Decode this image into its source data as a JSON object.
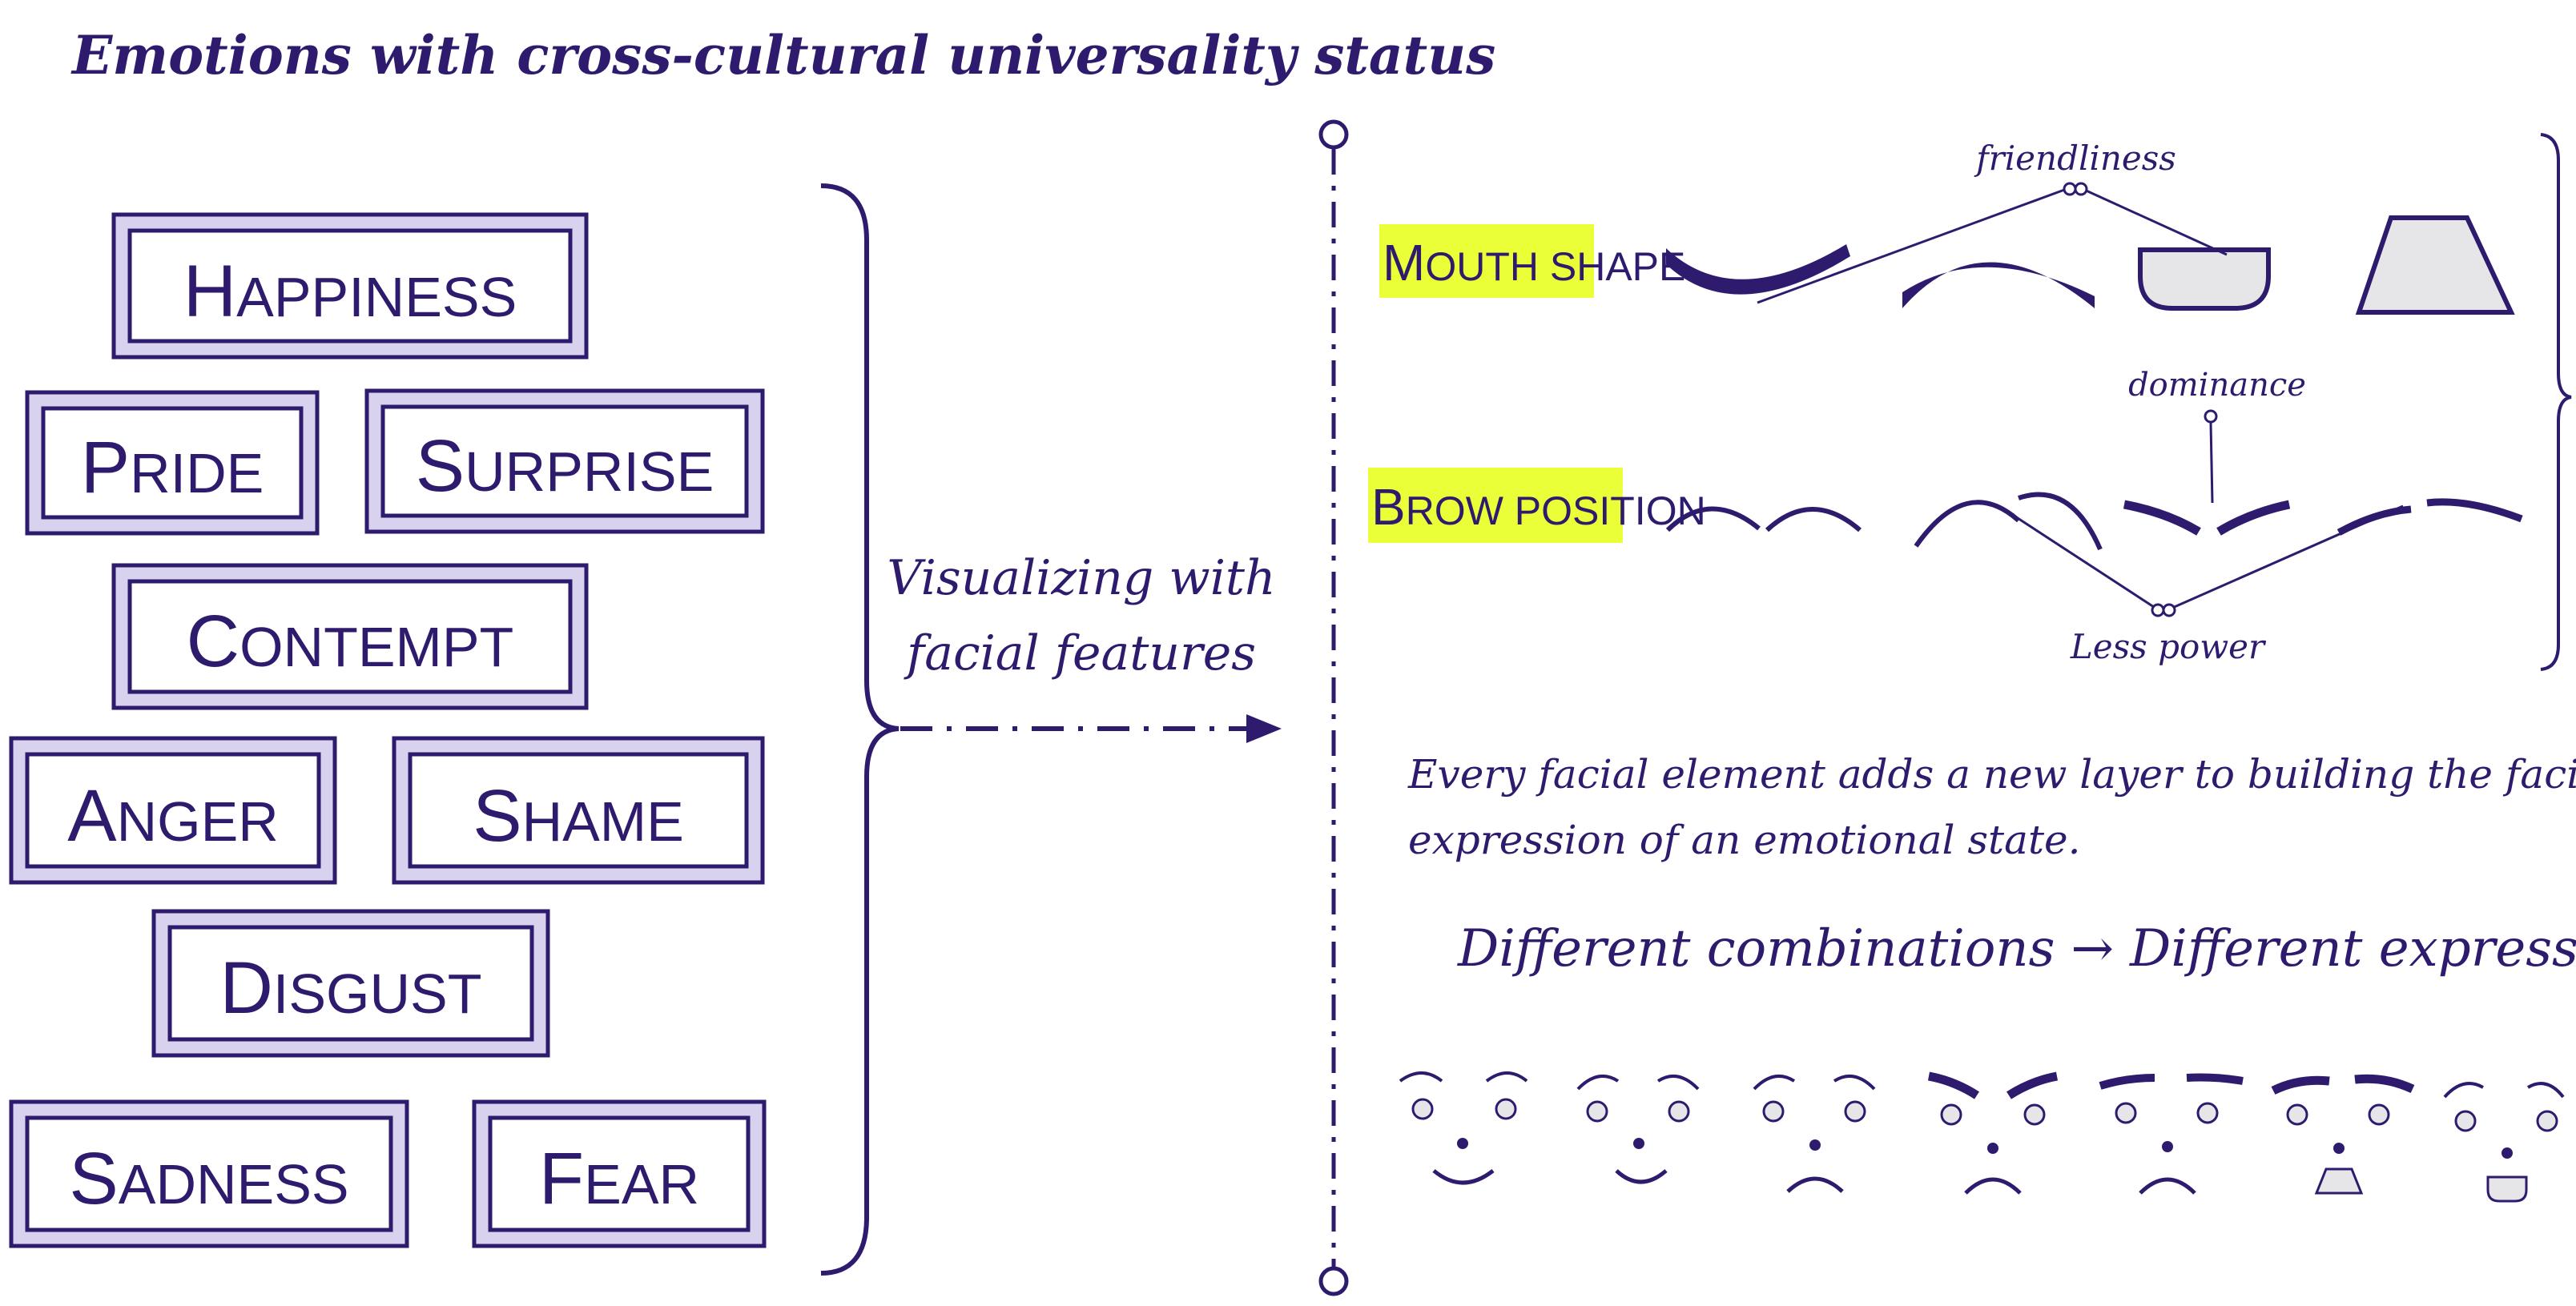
{
  "title": "Emotions with cross-cultural universality status",
  "emotions": [
    {
      "first": "H",
      "rest": "APPINESS"
    },
    {
      "first": "P",
      "rest": "RIDE"
    },
    {
      "first": "S",
      "rest": "URPRISE"
    },
    {
      "first": "C",
      "rest": "ONTEMPT"
    },
    {
      "first": "A",
      "rest": "NGER"
    },
    {
      "first": "S",
      "rest": "HAME"
    },
    {
      "first": "D",
      "rest": "ISGUST"
    },
    {
      "first": "S",
      "rest": "ADNESS"
    },
    {
      "first": "F",
      "rest": "EAR"
    }
  ],
  "transition": {
    "line1": "Visualizing with",
    "line2": "facial features"
  },
  "features": {
    "mouth_first": "M",
    "mouth_rest": "OUTH SHAPE",
    "brow_first": "B",
    "brow_rest": "ROW POSITION",
    "friendliness": "friendliness",
    "dominance": "dominance",
    "less_power": "Less power"
  },
  "description": {
    "line1": "Every facial element adds a new layer to building the facial",
    "line2": "expression of an emotional state."
  },
  "combination": {
    "left": "Different combinations",
    "arrow": "→",
    "right": "Different expressions"
  },
  "colors": {
    "ink": "#2e1b6e",
    "box_fill": "#d9d2ee",
    "highlight": "#eaff38",
    "shape_fill": "#e6e6e8"
  }
}
